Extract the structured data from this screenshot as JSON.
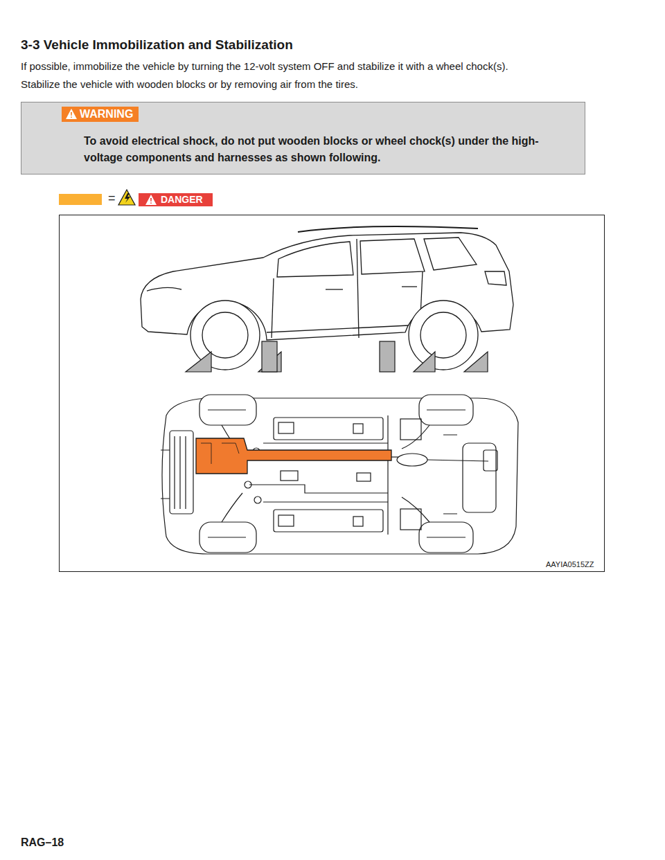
{
  "diagram": {
    "title": "3-3 Vehicle Immobilization and Stabilization",
    "nodes": [
      {
        "text": [
          "To avoid electrical shock, do not put wooden blocks or wheel chock(s) under the high-voltage components and harnesses as shown following."
        ]
      },
      {
        "text": [
          "WARNING"
        ],
        "in": 0
      }
    ],
    "labels": [
      "If possible, immobilize the vehicle by turning the 12-volt system OFF and stabilize it with a wheel chock(s).",
      "Stabilize the vehicle with wooden blocks or by removing air from the tires.",
      "=",
      "AAYIA0515ZZ",
      "RAG–18"
    ],
    "legend": [
      {
        "text": "DANGER",
        "color": "#fbb034"
      }
    ]
  }
}
